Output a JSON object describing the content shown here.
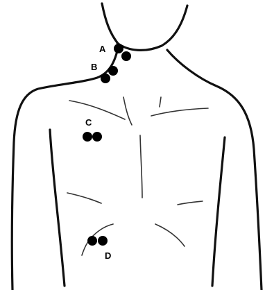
{
  "diagram": {
    "labels": {
      "a": "A",
      "b": "B",
      "c": "C",
      "d": "D"
    },
    "colors": {
      "outline": "#111111",
      "detail": "#333333",
      "points": "#000000",
      "background": "#ffffff"
    }
  }
}
